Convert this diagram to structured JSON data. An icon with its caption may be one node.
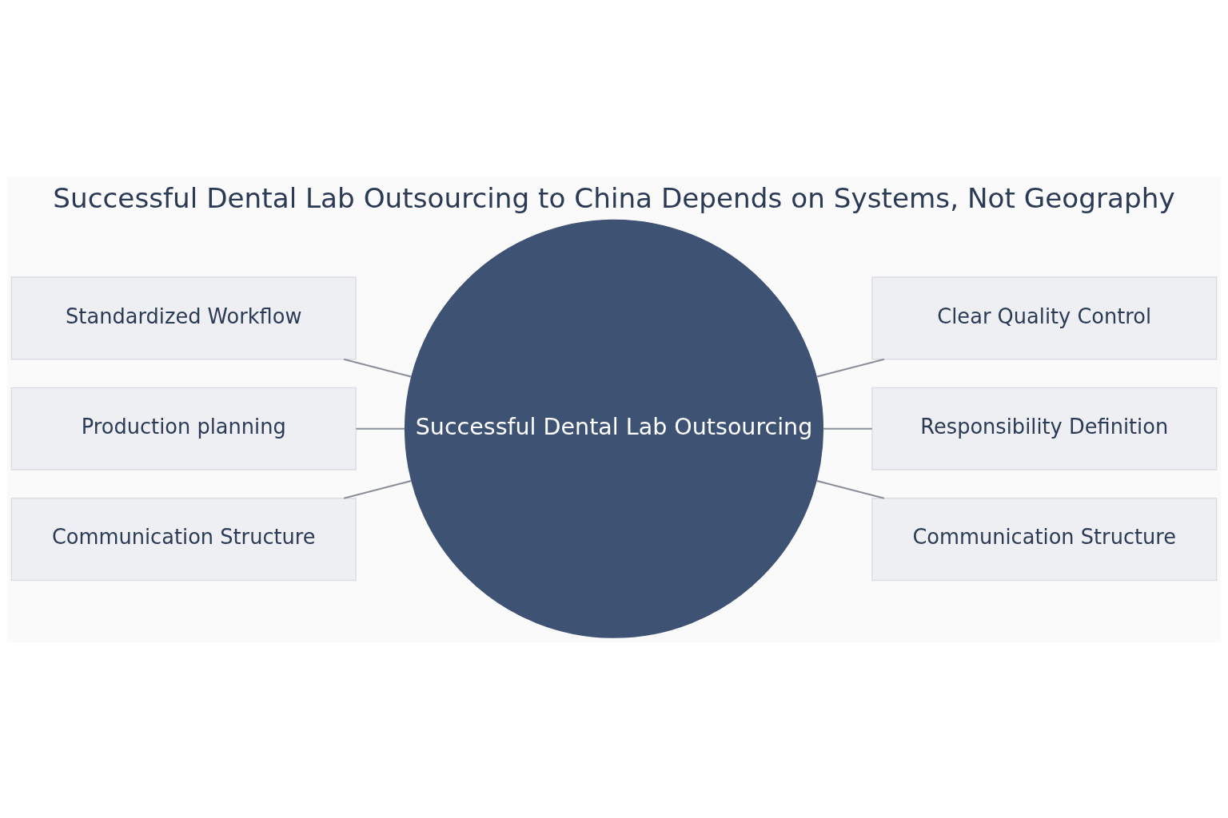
{
  "diagram": {
    "title": "Successful Dental Lab Outsourcing to China Depends on Systems, Not Geography",
    "nodes": [
      {
        "text": [
          "Successful Dental Lab Outsourcing"
        ]
      },
      {
        "text": [
          "Standardized Workflow"
        ]
      },
      {
        "text": [
          "Production planning"
        ]
      },
      {
        "text": [
          "Communication Structure"
        ]
      },
      {
        "text": [
          "Clear Quality Control"
        ]
      },
      {
        "text": [
          "Responsibility Definition"
        ]
      },
      {
        "text": [
          "Communication Structure"
        ]
      }
    ],
    "edges": [
      {
        "from": 0,
        "to": 1,
        "arrow": "none"
      },
      {
        "from": 0,
        "to": 2,
        "arrow": "none"
      },
      {
        "from": 0,
        "to": 3,
        "arrow": "none"
      },
      {
        "from": 0,
        "to": 4,
        "arrow": "none"
      },
      {
        "from": 0,
        "to": 5,
        "arrow": "none"
      },
      {
        "from": 0,
        "to": 6,
        "arrow": "none"
      }
    ]
  }
}
